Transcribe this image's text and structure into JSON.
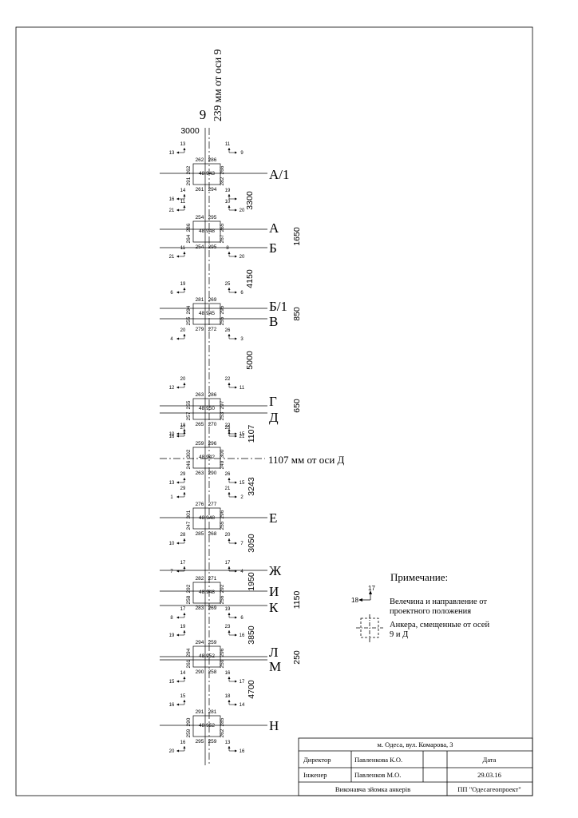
{
  "top": {
    "axis_label": "9",
    "offset_label": "239 мм от оси 9",
    "left_dimension": "3000"
  },
  "axes": [
    {
      "label": "А/1"
    },
    {
      "label": "А"
    },
    {
      "label": "Б"
    },
    {
      "label": "Б/1"
    },
    {
      "label": "В"
    },
    {
      "label": "Г"
    },
    {
      "label": "Д"
    },
    {
      "label": "1107 мм от оси Д"
    },
    {
      "label": "Е"
    },
    {
      "label": "Ж"
    },
    {
      "label": "И"
    },
    {
      "label": "К"
    },
    {
      "label": "Л"
    },
    {
      "label": "М"
    },
    {
      "label": "Н"
    }
  ],
  "dimensions": [
    "3300",
    "1650",
    "4150",
    "850",
    "5000",
    "650",
    "1107",
    "3243",
    "3050",
    "1950",
    "1150",
    "3850",
    "250",
    "4700"
  ],
  "anchor_groups": [
    {
      "center": "48.943",
      "top": [
        "262",
        "286"
      ],
      "bottom": [
        "261",
        "294"
      ],
      "left": [
        "262",
        "291"
      ],
      "right": [
        "266",
        "282"
      ],
      "dev_top_left": [
        "13",
        "13"
      ],
      "dev_top_right": [
        "11",
        "9"
      ],
      "dev_bottom_left": [
        "14",
        "16"
      ],
      "dev_bottom_right": [
        "19",
        ""
      ]
    },
    {
      "center": "48.948",
      "top": [
        "254",
        "295"
      ],
      "bottom": [
        "254",
        "295"
      ],
      "left": [
        "286",
        "264"
      ],
      "right": [
        "265",
        "267"
      ],
      "dev_top_left": [
        "11",
        "21"
      ],
      "dev_top_right": [
        "10",
        "20"
      ],
      "dev_bottom_left": [
        "11",
        "21"
      ],
      "dev_bottom_right": [
        "8",
        "20"
      ]
    },
    {
      "center": "48.945",
      "top": [
        "281",
        "269"
      ],
      "bottom": [
        "279",
        "272"
      ],
      "left": [
        "294",
        "255"
      ],
      "right": [
        "295",
        "255"
      ],
      "dev_top_left": [
        "19",
        "6"
      ],
      "dev_top_right": [
        "25",
        "6"
      ],
      "dev_bottom_left": [
        "20",
        "4"
      ],
      "dev_bottom_right": [
        "26",
        "3"
      ]
    },
    {
      "center": "48.950",
      "top": [
        "263",
        "286"
      ],
      "bottom": [
        "265",
        "270"
      ],
      "left": [
        "255",
        "257"
      ],
      "right": [
        "297",
        "253"
      ],
      "dev_top_left": [
        "20",
        "12"
      ],
      "dev_top_right": [
        "22",
        "11"
      ],
      "dev_bottom_left": [
        "18",
        "10"
      ],
      "dev_bottom_right": [
        "22",
        "15"
      ]
    },
    {
      "center": "48.942",
      "top": [
        "259",
        "296"
      ],
      "bottom": [
        "263",
        "290"
      ],
      "left": [
        "302",
        "246"
      ],
      "right": [
        "300",
        "249"
      ],
      "dev_top_left": [
        "27",
        "16"
      ],
      "dev_top_right": [
        "25",
        "21"
      ],
      "dev_bottom_left": [
        "29",
        "13"
      ],
      "dev_bottom_right": [
        "26",
        "15"
      ]
    },
    {
      "center": "48.948",
      "top": [
        "276",
        "277"
      ],
      "bottom": [
        "285",
        "268"
      ],
      "left": [
        "301",
        "247"
      ],
      "right": [
        "296",
        "255"
      ],
      "dev_top_left": [
        "29",
        "1"
      ],
      "dev_top_right": [
        "21",
        "2"
      ],
      "dev_bottom_left": [
        "28",
        "10"
      ],
      "dev_bottom_right": [
        "20",
        "7"
      ]
    },
    {
      "center": "48.948",
      "top": [
        "282",
        "271"
      ],
      "bottom": [
        "283",
        "269"
      ],
      "left": [
        "292",
        "258"
      ],
      "right": [
        "292",
        "256"
      ],
      "dev_top_left": [
        "17",
        "7"
      ],
      "dev_top_right": [
        "17",
        "4"
      ],
      "dev_bottom_left": [
        "17",
        "8"
      ],
      "dev_bottom_right": [
        "19",
        "6"
      ]
    },
    {
      "center": "48.952",
      "top": [
        "294",
        "259"
      ],
      "bottom": [
        "290",
        "258"
      ],
      "left": [
        "294",
        "261"
      ],
      "right": [
        "296",
        "259"
      ],
      "dev_top_left": [
        "19",
        "19"
      ],
      "dev_top_right": [
        "23",
        "16"
      ],
      "dev_bottom_left": [
        "14",
        "15"
      ],
      "dev_bottom_right": [
        "16",
        "17"
      ]
    },
    {
      "center": "48.952",
      "top": [
        "291",
        "281"
      ],
      "bottom": [
        "295",
        "259"
      ],
      "left": [
        "290",
        "259"
      ],
      "right": [
        "285",
        "262"
      ],
      "dev_top_left": [
        "15",
        "16"
      ],
      "dev_top_right": [
        "18",
        "14"
      ],
      "dev_bottom_left": [
        "16",
        "20"
      ],
      "dev_bottom_right": [
        "13",
        "16"
      ]
    }
  ],
  "note": {
    "title": "Примечание:",
    "example_values": [
      "17",
      "18"
    ],
    "deviation_text": [
      "Велечина и направление от",
      "проектного положения"
    ],
    "anchor_text": [
      "Анкера, смещенные от осей",
      "9 и Д"
    ]
  },
  "title_block": {
    "address": "м. Одеса, вул. Комарова, 3",
    "director_role": "Директор",
    "director_name": "Павленкова К.О.",
    "date_label": "Дата",
    "engineer_role": "Інженер",
    "engineer_name": "Павленков М.О.",
    "date_value": "29.03.16",
    "work_title": "Виконавча зйомка анкерів",
    "company": "ПП \"Одесагеопроект\""
  }
}
